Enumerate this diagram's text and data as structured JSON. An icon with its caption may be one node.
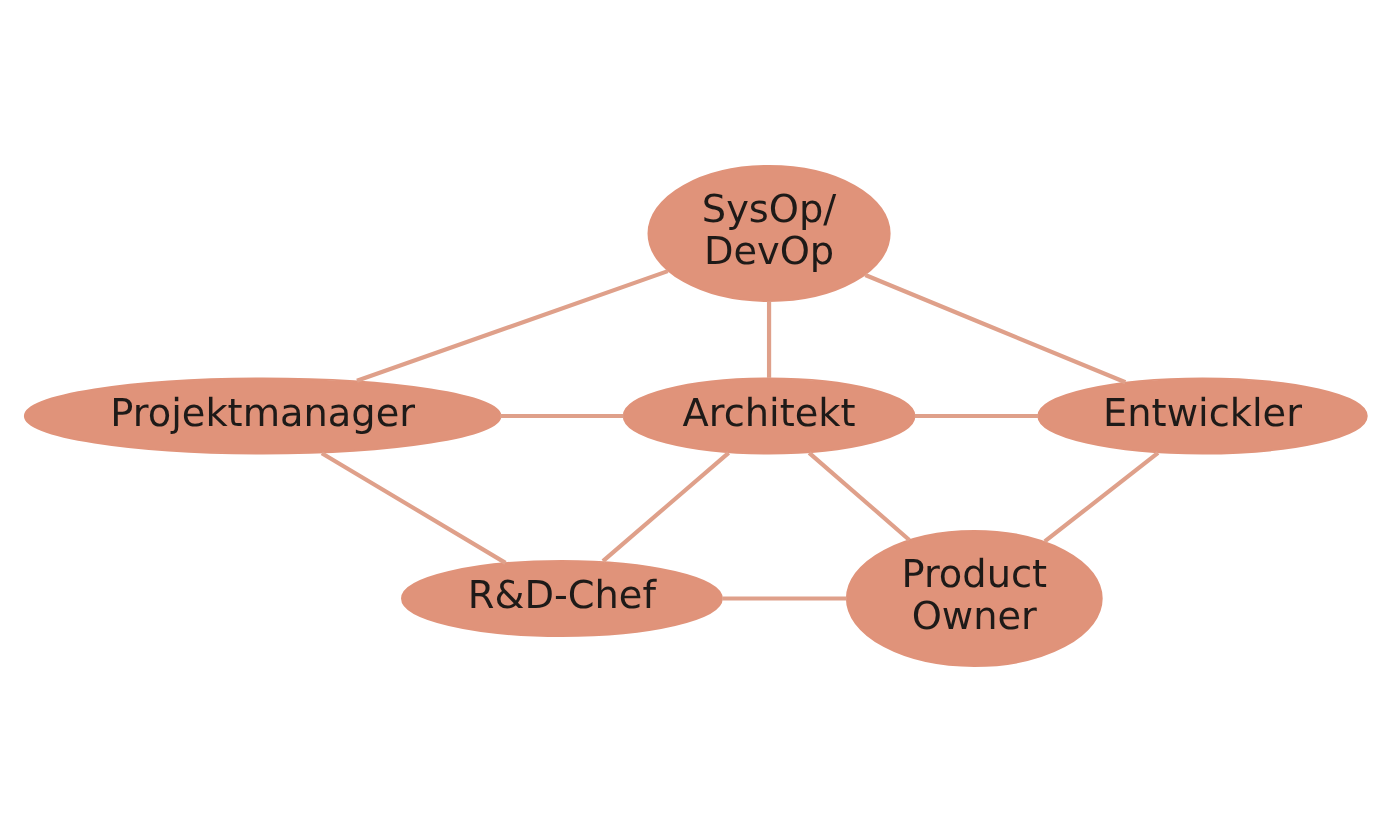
{
  "diagram": {
    "nodes": [
      {
        "text": [
          "SysOp/ DevOp"
        ]
      },
      {
        "text": [
          "Projektmanager"
        ]
      },
      {
        "text": [
          "Entwickler"
        ]
      },
      {
        "text": [
          "Architekt"
        ]
      },
      {
        "text": [
          "R&D-Chef"
        ]
      },
      {
        "text": [
          "Product Owner"
        ]
      }
    ],
    "edges": [
      {
        "from": 0,
        "to": 1,
        "arrow": "none"
      },
      {
        "from": 0,
        "to": 2,
        "arrow": "none"
      },
      {
        "from": 0,
        "to": 3,
        "arrow": "none"
      },
      {
        "from": 1,
        "to": 3,
        "arrow": "none"
      },
      {
        "from": 3,
        "to": 2,
        "arrow": "none"
      },
      {
        "from": 2,
        "to": 5,
        "arrow": "none"
      },
      {
        "from": 3,
        "to": 4,
        "arrow": "none"
      },
      {
        "from": 3,
        "to": 5,
        "arrow": "none"
      },
      {
        "from": 1,
        "to": 4,
        "arrow": "none"
      },
      {
        "from": 4,
        "to": 5,
        "arrow": "none"
      }
    ]
  }
}
